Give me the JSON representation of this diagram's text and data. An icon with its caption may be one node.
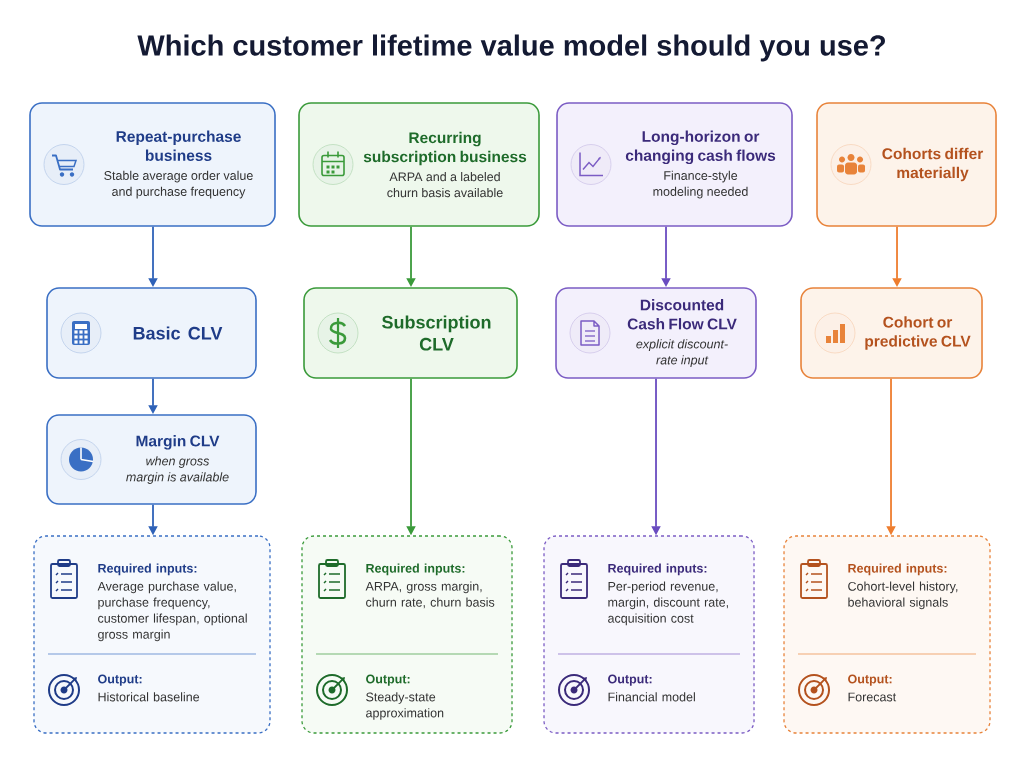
{
  "diagram": {
    "title": "Which customer lifetime value model should you use?",
    "nodes": [
      {
        "text": [
          "Repeat-purchase business",
          "Stable average order value and purchase frequency"
        ]
      },
      {
        "text": [
          "Recurring subscription business",
          "ARPA and a labeled churn basis available"
        ]
      },
      {
        "text": [
          "Long-horizon or changing cash flows",
          "Finance-style modeling needed"
        ]
      },
      {
        "text": [
          "Cohorts differ materially"
        ]
      },
      {
        "text": [
          "Basic CLV"
        ]
      },
      {
        "text": [
          "Subscription CLV"
        ]
      },
      {
        "text": [
          "Discounted Cash Flow CLV",
          "explicit discount-rate input"
        ]
      },
      {
        "text": [
          "Cohort or predictive CLV"
        ]
      },
      {
        "text": [
          "Margin CLV",
          "when gross margin is available"
        ]
      },
      {
        "text": [
          "Required inputs:",
          "Average purchase value, purchase frequency, customer lifespan, optional gross margin",
          "Output:",
          "Historical baseline"
        ]
      },
      {
        "text": [
          "Required inputs:",
          "ARPA, gross margin, churn rate, churn basis",
          "Output:",
          "Steady-state approximation"
        ]
      },
      {
        "text": [
          "Required inputs:",
          "Per-period revenue, margin, discount rate, acquisition cost",
          "Output:",
          "Financial model"
        ]
      },
      {
        "text": [
          "Required inputs:",
          "Cohort-level history, behavioral signals",
          "Output:",
          "Forecast"
        ]
      }
    ],
    "edges": [
      {
        "from": 0,
        "to": 4,
        "arrow": "to",
        "color": "#2f62b8"
      },
      {
        "from": 4,
        "to": 8,
        "arrow": "to",
        "color": "#2f62b8"
      },
      {
        "from": 8,
        "to": 9,
        "arrow": "to",
        "color": "#2f62b8"
      },
      {
        "from": 1,
        "to": 5,
        "arrow": "to",
        "color": "#3a9a3a"
      },
      {
        "from": 5,
        "to": 10,
        "arrow": "to",
        "color": "#3a9a3a"
      },
      {
        "from": 2,
        "to": 6,
        "arrow": "to",
        "color": "#6a4cc0"
      },
      {
        "from": 6,
        "to": 11,
        "arrow": "to",
        "color": "#6a4cc0"
      },
      {
        "from": 3,
        "to": 7,
        "arrow": "to",
        "color": "#ee7d2e"
      },
      {
        "from": 7,
        "to": 12,
        "arrow": "to",
        "color": "#ee7d2e"
      }
    ]
  }
}
